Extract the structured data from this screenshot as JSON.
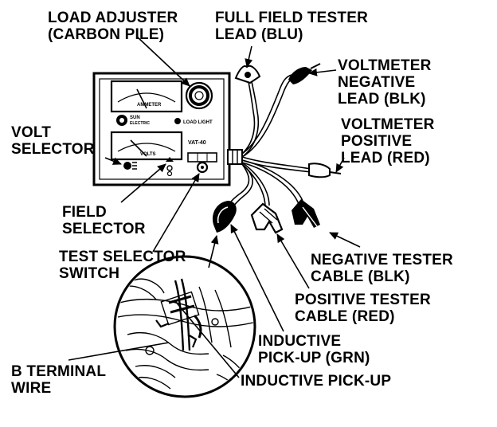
{
  "labels": {
    "load_adjuster": [
      "LOAD ADJUSTER",
      "(CARBON PILE)"
    ],
    "full_field_tester": [
      "FULL FIELD TESTER",
      "LEAD (BLU)"
    ],
    "voltmeter_negative": [
      "VOLTMETER",
      "NEGATIVE",
      "LEAD (BLK)"
    ],
    "voltmeter_positive": [
      "VOLTMETER",
      "POSITIVE",
      "LEAD (RED)"
    ],
    "volt_selector": [
      "VOLT",
      "SELECTOR"
    ],
    "field_selector": [
      "FIELD",
      "SELECTOR"
    ],
    "test_selector_switch": [
      "TEST SELECTOR",
      "SWITCH"
    ],
    "negative_tester_cable": [
      "NEGATIVE TESTER",
      "CABLE (BLK)"
    ],
    "positive_tester_cable": [
      "POSITIVE TESTER",
      "CABLE (RED)"
    ],
    "inductive_pickup_grn": [
      "INDUCTIVE",
      "PICK-UP (GRN)"
    ],
    "inductive_pickup": [
      "INDUCTIVE PICK-UP"
    ],
    "b_terminal_wire": [
      "B TERMINAL",
      "WIRE"
    ]
  },
  "panel_text": {
    "ammeter": "AMMETER",
    "volts": "VOLTS",
    "load_light": "LOAD LIGHT",
    "model": "VAT-40",
    "brand": "SUN",
    "brand_sub": "ELECTRIC"
  },
  "colors": {
    "ink": "#000000",
    "paper": "#ffffff"
  }
}
